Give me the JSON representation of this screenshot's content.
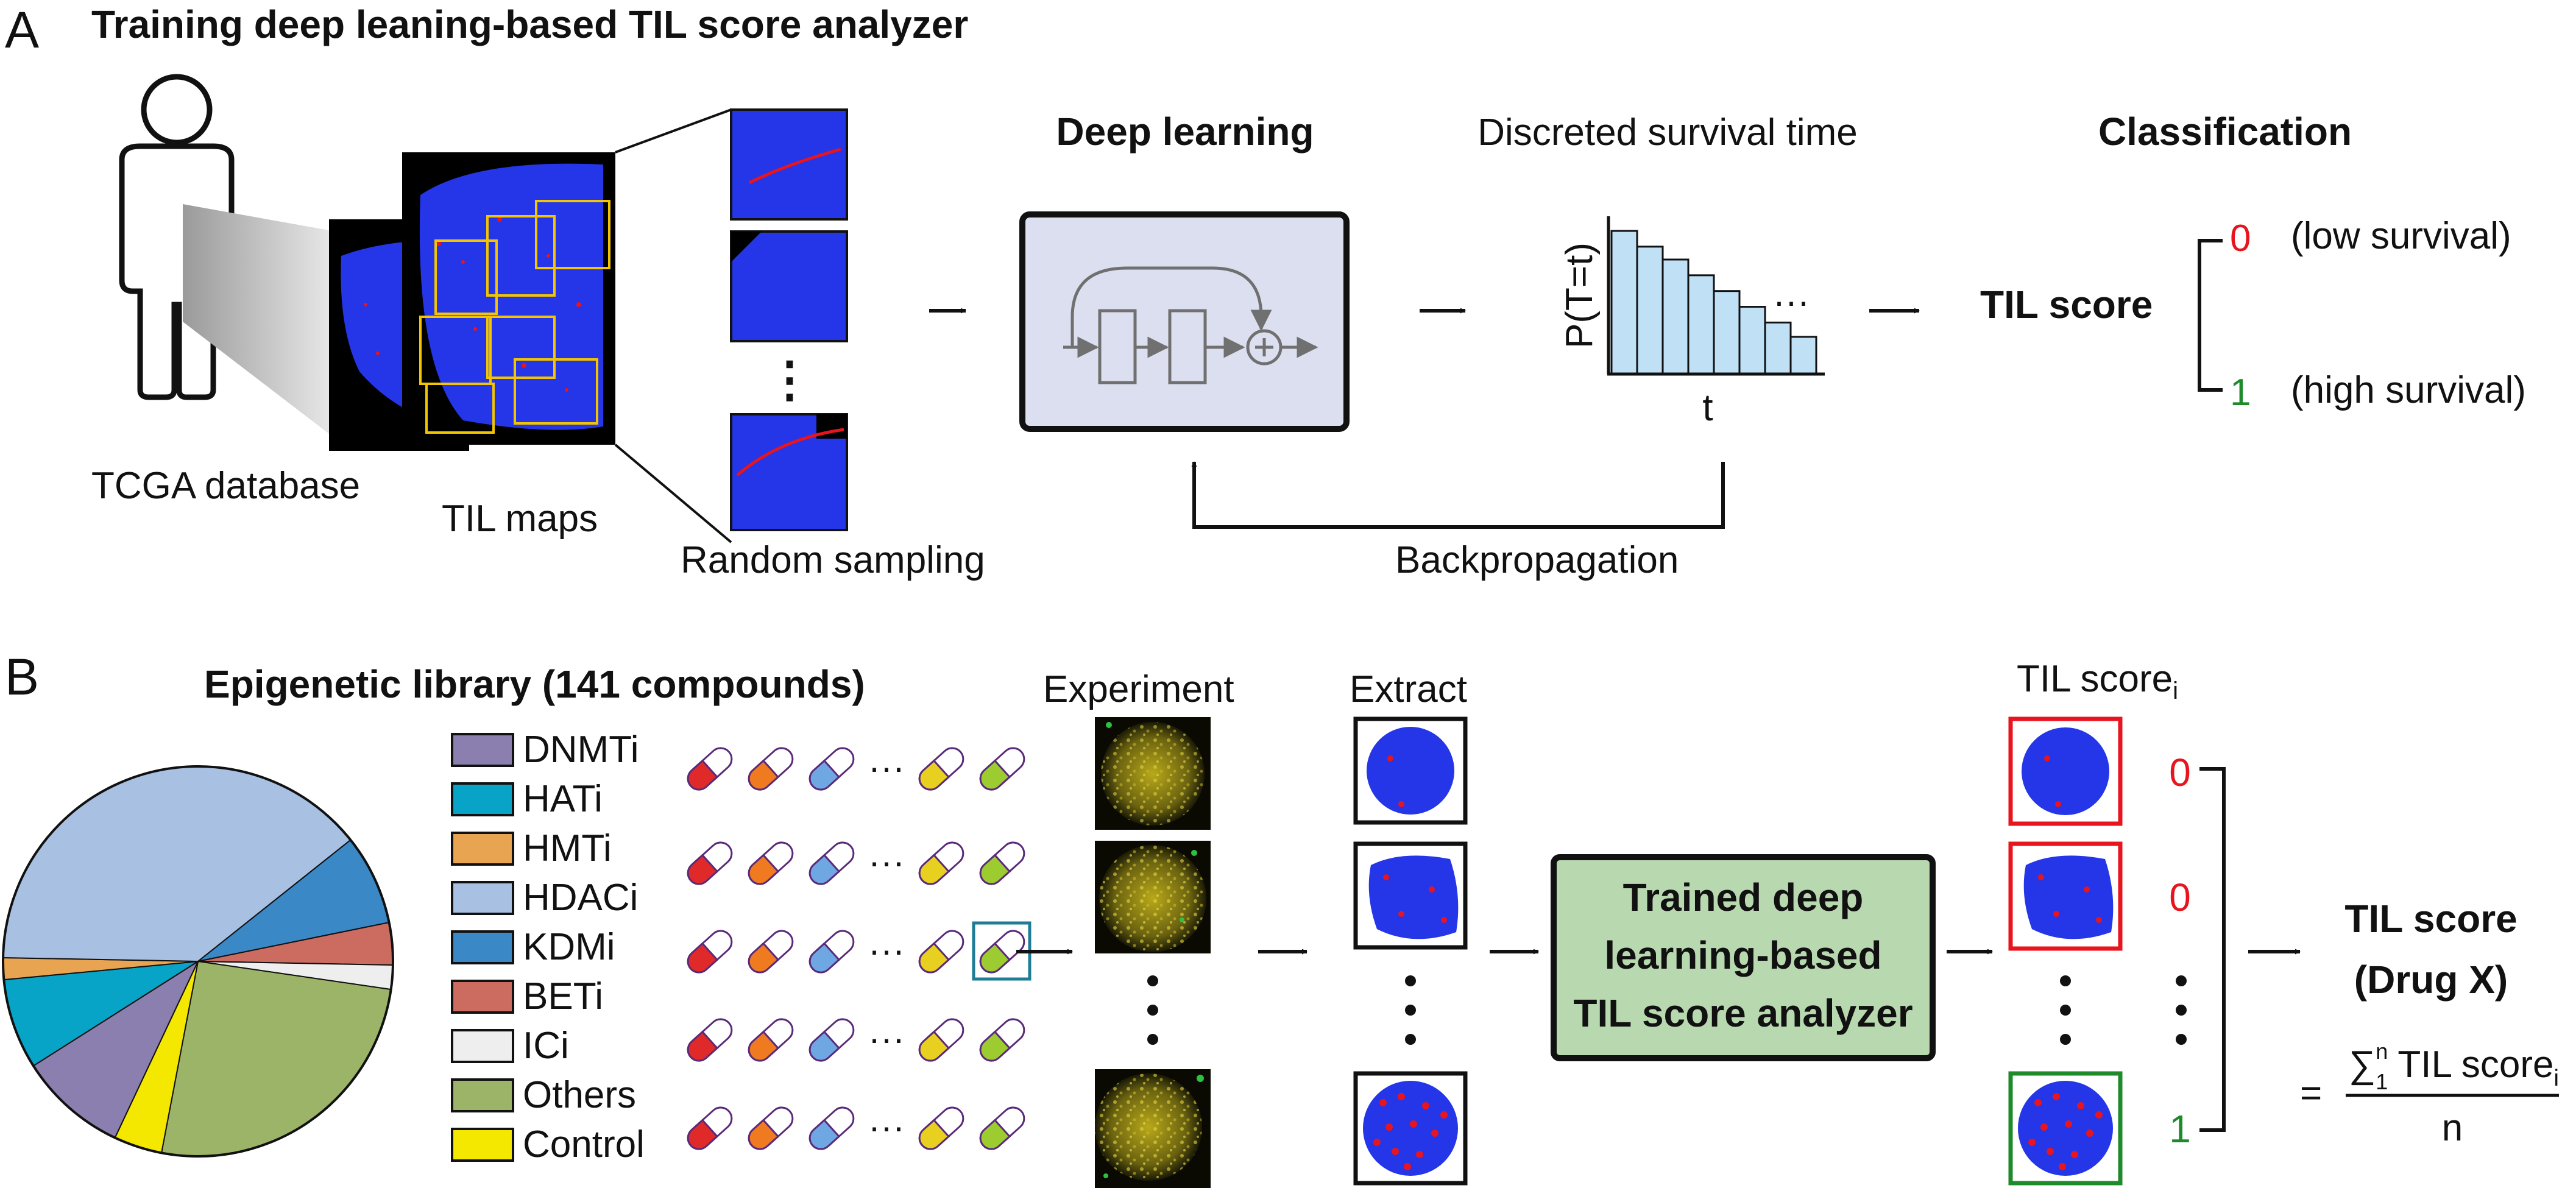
{
  "panel_a": {
    "letter": "A",
    "title": "Training deep leaning-based TIL score analyzer",
    "tcga_label": "TCGA database",
    "til_maps_label": "TIL maps",
    "random_sampling_label": "Random sampling",
    "sampling_dots": "⋮",
    "deep_learning_label": "Deep learning",
    "survival_title": "Discreted survival time",
    "y_axis_label": "P(T=t)",
    "x_axis_label": "t",
    "ellipsis": "···",
    "classification_label": "Classification",
    "til_score_label": "TIL score",
    "class_low_value": "0",
    "class_low_text": "(low survival)",
    "class_high_value": "1",
    "class_high_text": "(high survival)",
    "backprop_label": "Backpropagation",
    "bar_levels": [
      1.0,
      0.89,
      0.8,
      0.69,
      0.58,
      0.47,
      0.36,
      0.26
    ],
    "colors": {
      "red": "#e8141e",
      "green": "#1f8a2a",
      "bar": "#bfe0f5",
      "box": "#dcdff0",
      "tile_blue": "#2436e8",
      "yellow": "#f2c500"
    }
  },
  "panel_b": {
    "letter": "B",
    "library_title": "Epigenetic library (141 compounds)",
    "legend": [
      {
        "label": "DNMTi",
        "color": "#8a7fae"
      },
      {
        "label": "HATi",
        "color": "#08a4c7"
      },
      {
        "label": "HMTi",
        "color": "#e9a452"
      },
      {
        "label": "HDACi",
        "color": "#a8c0e1"
      },
      {
        "label": "KDMi",
        "color": "#3a88c5"
      },
      {
        "label": "BETi",
        "color": "#cc6b60"
      },
      {
        "label": "ICi",
        "color": "#eeeeee"
      },
      {
        "label": "Others",
        "color": "#9cb468"
      },
      {
        "label": "Control",
        "color": "#f4e700"
      }
    ],
    "pie_fractions": [
      0.09,
      0.075,
      0.018,
      0.39,
      0.075,
      0.035,
      0.02,
      0.257,
      0.04
    ],
    "pill_colors": [
      "#e02a2a",
      "#f07a20",
      "#6ea7e2",
      "#e8d020",
      "#9ccc30"
    ],
    "row_ellipsis": "···",
    "experiment_label": "Experiment",
    "extract_label": "Extract",
    "trained_label_1": "Trained deep",
    "trained_label_2": "learning-based",
    "trained_label_3": "TIL score analyzer",
    "trained_box_color": "#b8d9b0",
    "til_score_i_label": "TIL score",
    "til_score_i_sub": "i",
    "score_values": [
      "0",
      "0",
      "1"
    ],
    "final_title_1": "TIL score",
    "final_title_2": "(Drug X)",
    "equals": "=",
    "formula_sigma": "∑",
    "formula_sup": "n",
    "formula_sub": "1",
    "formula_text": " TIL score",
    "formula_text_sub": "i",
    "formula_denominator": "n"
  }
}
